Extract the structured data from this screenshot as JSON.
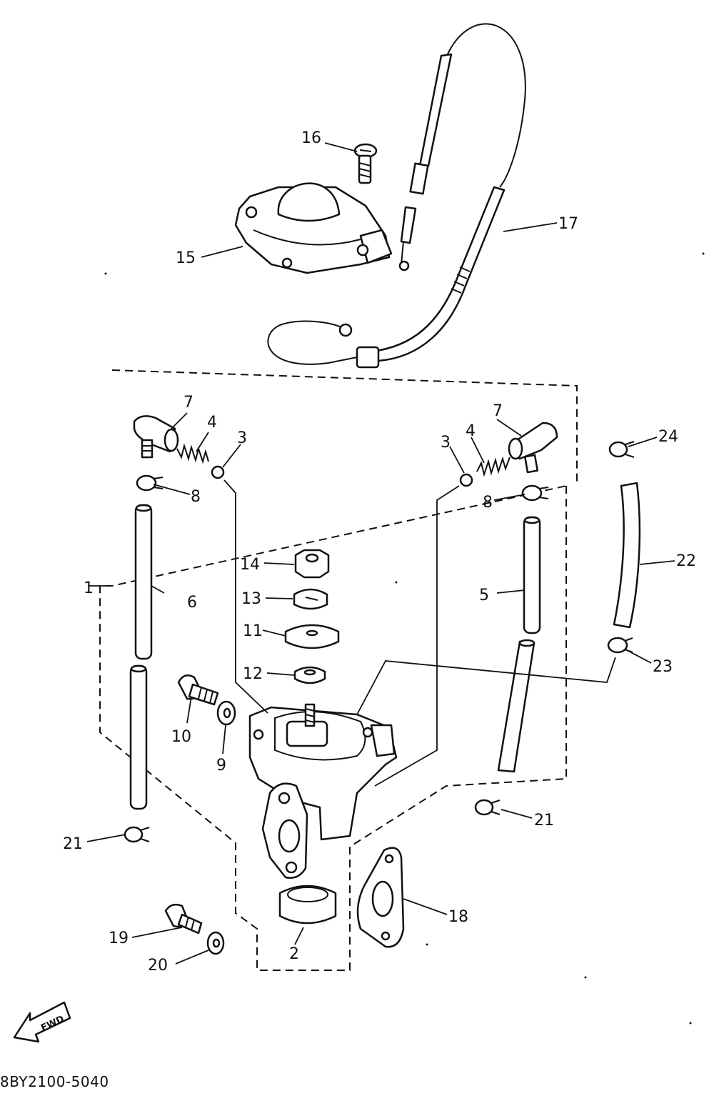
{
  "callouts": {
    "c2": "2",
    "c3a": "3",
    "c3b": "3",
    "c4a": "4",
    "c4b": "4",
    "c5": "5",
    "c6": "6",
    "c7a": "7",
    "c7b": "7",
    "c8a": "8",
    "c8b": "8",
    "c9": "9",
    "c10": "10",
    "c11": "11",
    "c12": "12",
    "c13": "13",
    "c14": "14",
    "c15": "15",
    "c16": "16",
    "c17": "17",
    "c18": "18",
    "c19": "19",
    "c20": "20",
    "c21a": "21",
    "c21b": "21",
    "c22": "22",
    "c23": "23",
    "c24": "24",
    "bracket": "1"
  },
  "fwd_label": "FWD",
  "diagram_code": "8BY2100-5040"
}
